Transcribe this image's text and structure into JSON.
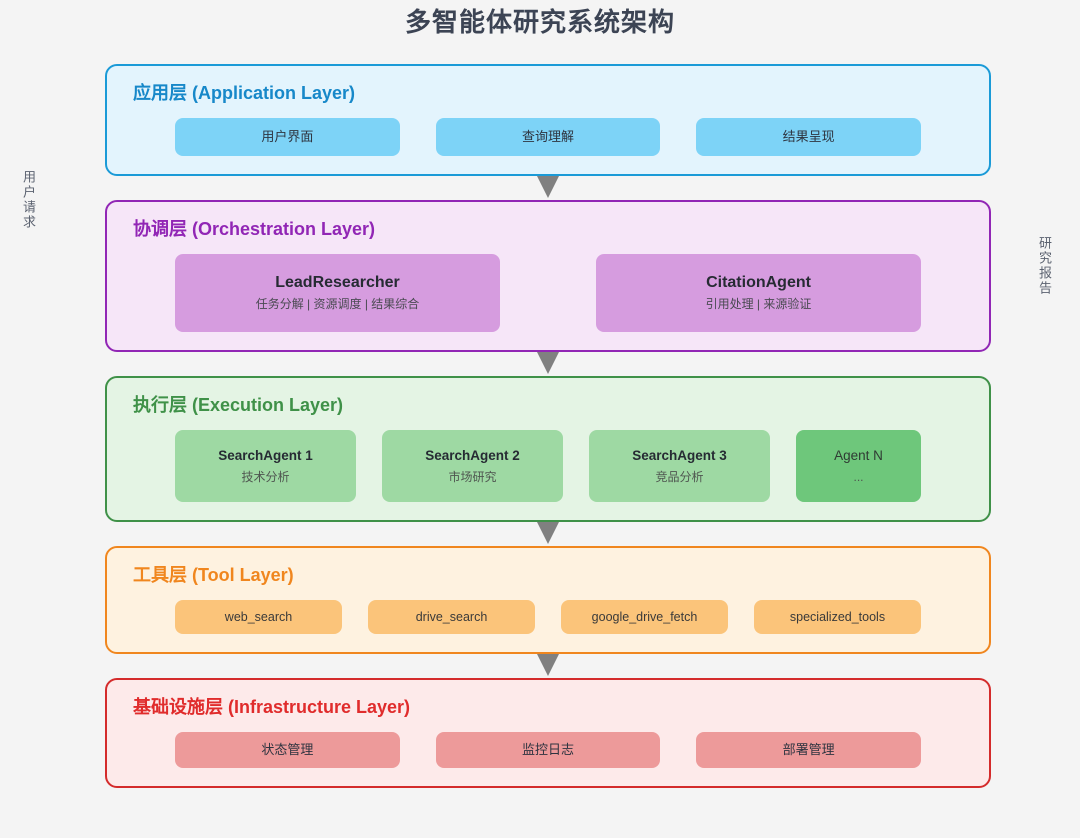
{
  "title": "多智能体研究系统架构",
  "side_labels": {
    "left": "用户请求",
    "right": "研究报告"
  },
  "colors": {
    "background": "#f4f4f4",
    "title_text": "#3c4454",
    "arrow": "#808080",
    "application_border": "#1a9ad7",
    "application_fill": "#e3f4fd",
    "application_card": "#7dd3f7",
    "orchestration_border": "#9126b5",
    "orchestration_fill": "#f6e6f8",
    "orchestration_card": "#d69cdf",
    "execution_border": "#3f9148",
    "execution_fill": "#e4f4e4",
    "execution_card": "#9ed9a3",
    "execution_card_alt": "#6ec77b",
    "tool_border": "#f0861e",
    "tool_fill": "#fef2e0",
    "tool_card": "#fbc47a",
    "infrastructure_border": "#d42b2b",
    "infrastructure_fill": "#fdeaea",
    "infrastructure_card": "#ed9a9a"
  },
  "layers": {
    "application": {
      "title": "应用层 (Application Layer)",
      "cards": [
        {
          "title": "用户界面"
        },
        {
          "title": "查询理解"
        },
        {
          "title": "结果呈现"
        }
      ]
    },
    "orchestration": {
      "title": "协调层 (Orchestration Layer)",
      "cards": [
        {
          "title": "LeadResearcher",
          "sub": "任务分解 | 资源调度 | 结果综合"
        },
        {
          "title": "CitationAgent",
          "sub": "引用处理 | 来源验证"
        }
      ]
    },
    "execution": {
      "title": "执行层 (Execution Layer)",
      "cards": [
        {
          "title": "SearchAgent 1",
          "sub": "技术分析"
        },
        {
          "title": "SearchAgent 2",
          "sub": "市场研究"
        },
        {
          "title": "SearchAgent 3",
          "sub": "竞品分析"
        },
        {
          "title": "Agent N",
          "sub": "..."
        }
      ]
    },
    "tool": {
      "title": "工具层 (Tool Layer)",
      "cards": [
        {
          "title": "web_search"
        },
        {
          "title": "drive_search"
        },
        {
          "title": "google_drive_fetch"
        },
        {
          "title": "specialized_tools"
        }
      ]
    },
    "infrastructure": {
      "title": "基础设施层 (Infrastructure Layer)",
      "cards": [
        {
          "title": "状态管理"
        },
        {
          "title": "监控日志"
        },
        {
          "title": "部署管理"
        }
      ]
    }
  }
}
